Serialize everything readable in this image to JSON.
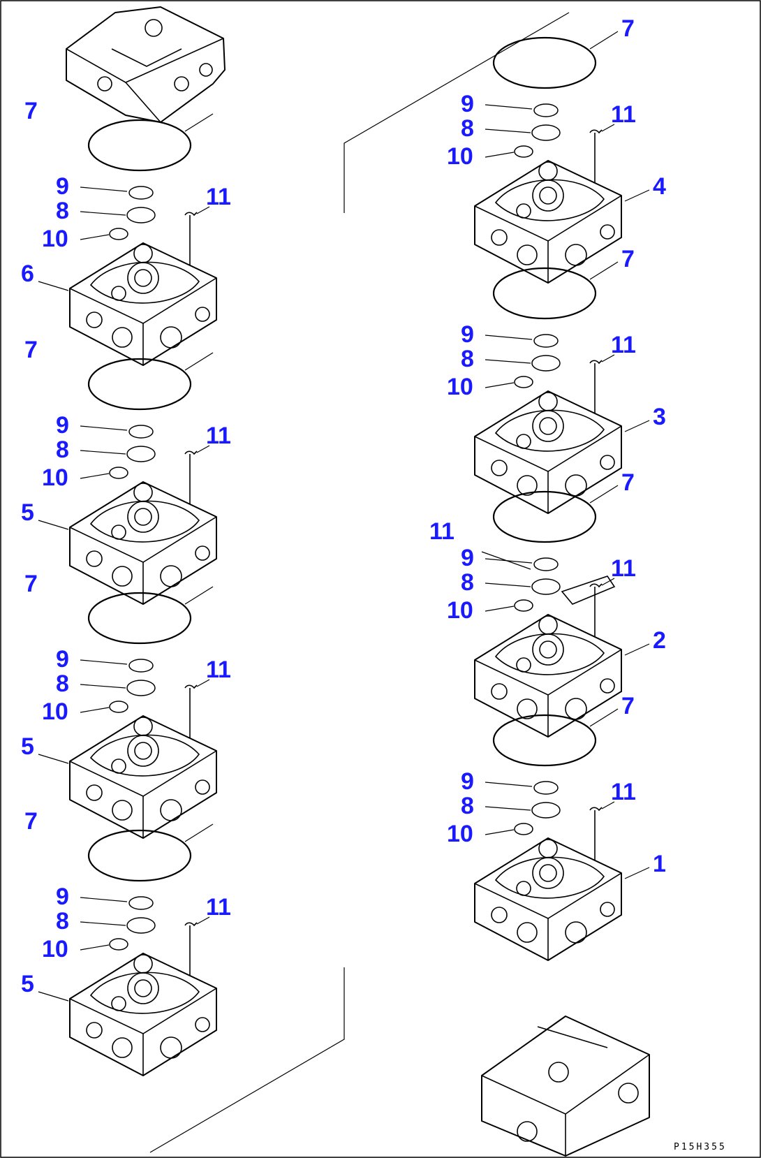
{
  "drawing_code": "P15H355",
  "left_column": [
    {
      "body": "6",
      "ring": "7",
      "labels": {
        "9": "9",
        "8": "8",
        "10": "10",
        "11": "11"
      }
    },
    {
      "body": "5",
      "ring": "7",
      "labels": {
        "9": "9",
        "8": "8",
        "10": "10",
        "11": "11"
      }
    },
    {
      "body": "5",
      "ring": "7",
      "labels": {
        "9": "9",
        "8": "8",
        "10": "10",
        "11": "11"
      }
    },
    {
      "body": "5",
      "ring": "7",
      "labels": {
        "9": "9",
        "8": "8",
        "10": "10",
        "11": "11"
      }
    }
  ],
  "right_column": [
    {
      "body": "4",
      "ring": "7",
      "labels": {
        "9": "9",
        "8": "8",
        "10": "10",
        "11": "11"
      }
    },
    {
      "body": "3",
      "ring": "7",
      "labels": {
        "9": "9",
        "8": "8",
        "10": "10",
        "11": "11"
      }
    },
    {
      "body": "2",
      "ring": "7",
      "labels": {
        "9": "9",
        "8": "8",
        "10": "10",
        "11": "11",
        "11b": "11"
      }
    },
    {
      "body": "1",
      "ring": "7",
      "labels": {
        "9": "9",
        "8": "8",
        "10": "10",
        "11": "11"
      }
    }
  ]
}
